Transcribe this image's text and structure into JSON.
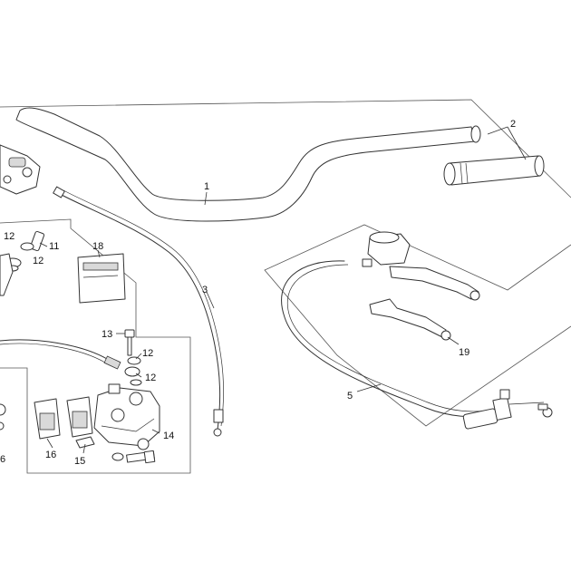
{
  "callouts": {
    "c1": "1",
    "c2": "2",
    "c3": "3",
    "c5": "5",
    "c11": "11",
    "c12a": "12",
    "c12b": "12",
    "c12c": "12",
    "c12d": "12",
    "c13": "13",
    "c14": "14",
    "c15": "15",
    "c16": "16",
    "c16edge": "6",
    "c18": "18",
    "c19": "19"
  }
}
